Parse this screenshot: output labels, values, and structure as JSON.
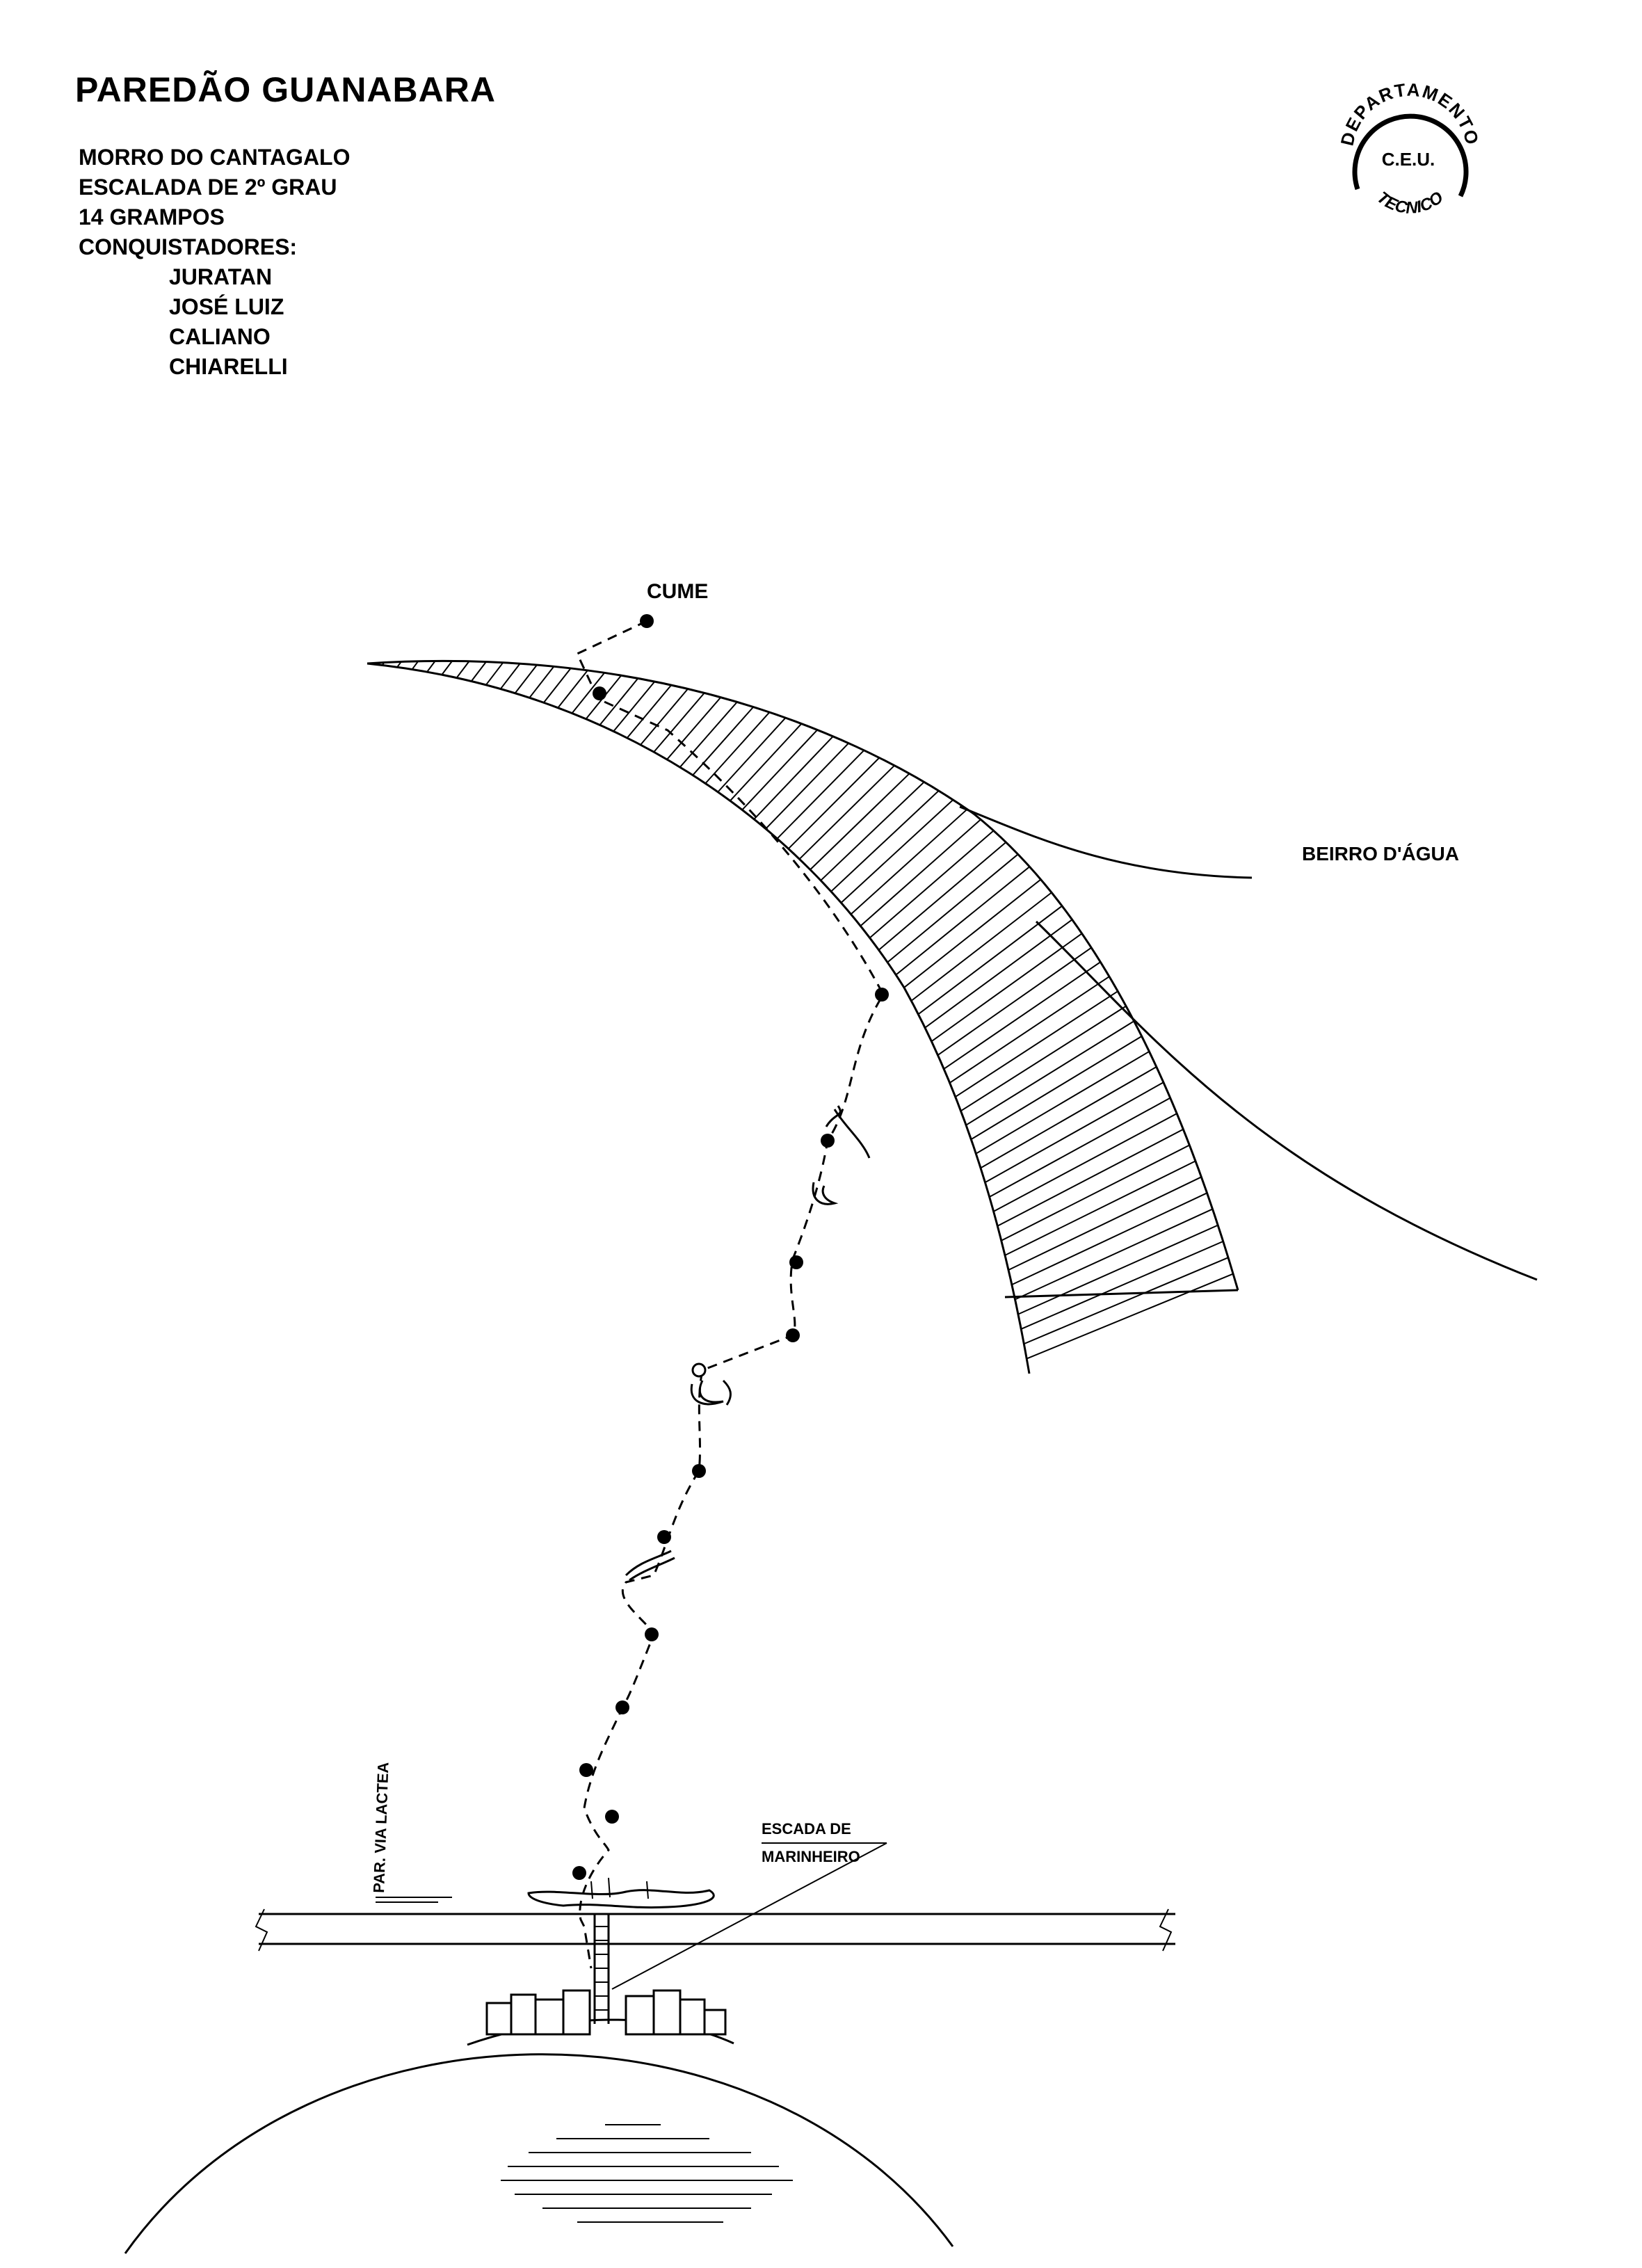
{
  "header": {
    "title": "PAREDÃO GUANABARA",
    "mountain": "MORRO DO CANTAGALO",
    "grade": "ESCALADA DE 2º GRAU",
    "bolts": "14 GRAMPOS",
    "conquerors_label": "CONQUISTADORES:",
    "conquerors": [
      "JURATAN",
      "JOSÉ LUIZ",
      "CALIANO",
      "CHIARELLI"
    ]
  },
  "stamp": {
    "top_text": "DEPARTAMENTO",
    "center_text": "C.E.U.",
    "bottom_text": "TECNICO"
  },
  "labels": {
    "summit": "CUME",
    "drip_edge": "BEIRRO D'ÁGUA",
    "ladder_line1": "ESCADA DE",
    "ladder_line2": "MARINHEIRO",
    "adjacent_route": "PAR. VIA LACTEA"
  }
}
